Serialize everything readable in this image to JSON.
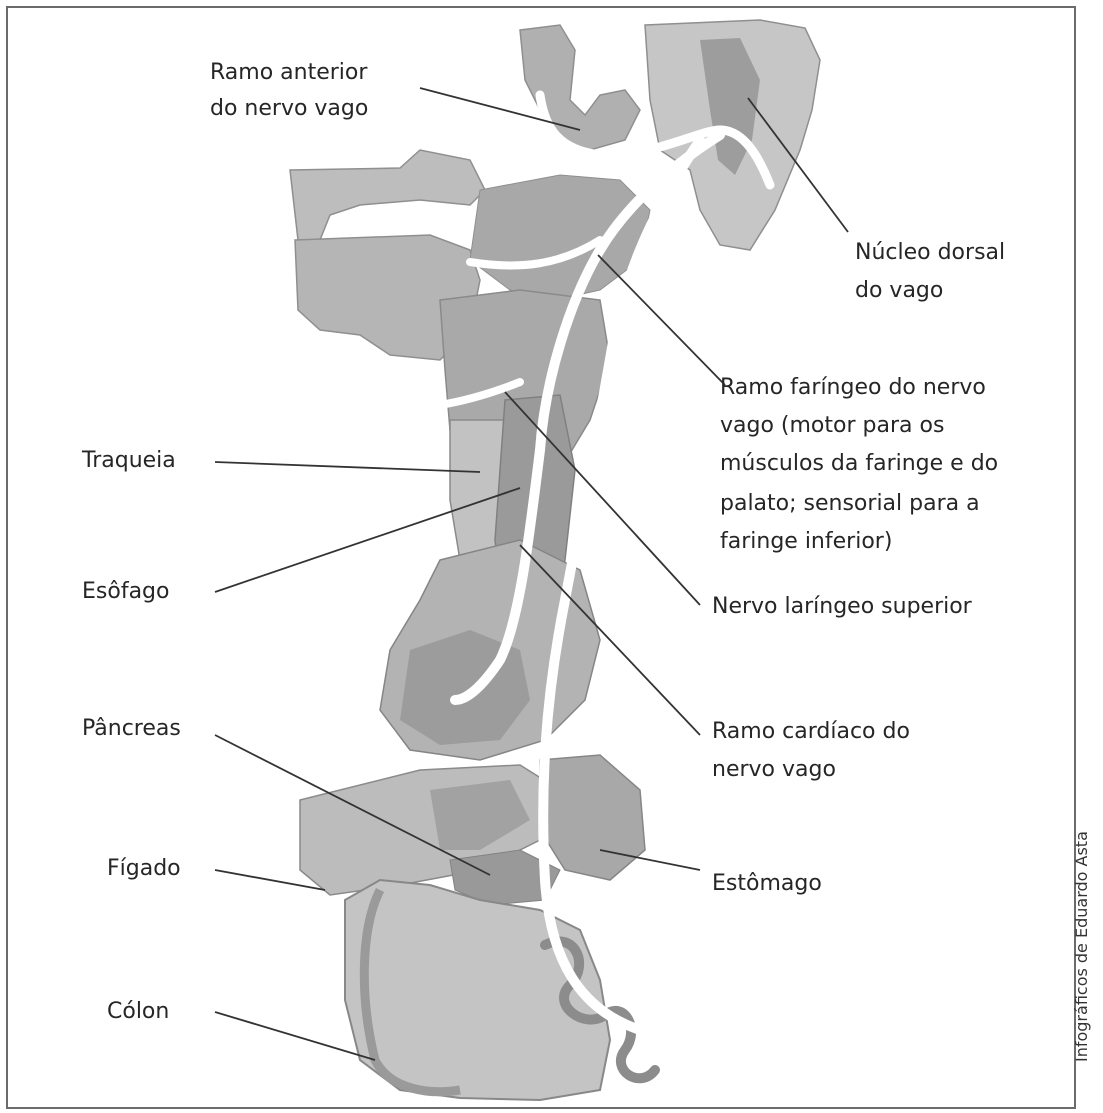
{
  "labels": {
    "ramo_anterior_l1": "Ramo anterior",
    "ramo_anterior_l2": "do nervo vago",
    "nucleo_dorsal_l1": "Núcleo dorsal",
    "nucleo_dorsal_l2": "do vago",
    "ramo_faringeo_l1": "Ramo faríngeo do nervo",
    "ramo_faringeo_l2": "vago (motor para os",
    "ramo_faringeo_l3": "músculos da faringe e do",
    "ramo_faringeo_l4": "palato; sensorial para a",
    "ramo_faringeo_l5": "faringe inferior)",
    "traqueia": "Traqueia",
    "esofago": "Esôfago",
    "nervo_laringeo": "Nervo laríngeo superior",
    "ramo_cardiaco_l1": "Ramo cardíaco do",
    "ramo_cardiaco_l2": "nervo vago",
    "pancreas": "Pâncreas",
    "figado": "Fígado",
    "estomago": "Estômago",
    "colon": "Cólon"
  },
  "credit": "Infográficos de Eduardo Asta",
  "colors": {
    "organ_light": "#c9c9c9",
    "organ_mid": "#a9a9a9",
    "organ_dark": "#8c8c8c",
    "nerve": "#ffffff",
    "leader": "#333333",
    "frame": "#6b6b6b"
  }
}
